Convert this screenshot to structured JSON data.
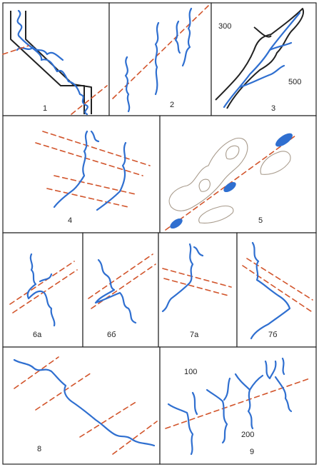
{
  "panels": [
    {
      "id": "1",
      "label": "1"
    },
    {
      "id": "2",
      "label": "2"
    },
    {
      "id": "3",
      "label": "3",
      "contour_labels": [
        "300",
        "500"
      ]
    },
    {
      "id": "4",
      "label": "4"
    },
    {
      "id": "5",
      "label": "5"
    },
    {
      "id": "6a",
      "label": "6а"
    },
    {
      "id": "6b",
      "label": "6б"
    },
    {
      "id": "7a",
      "label": "7а"
    },
    {
      "id": "7b",
      "label": "7б"
    },
    {
      "id": "8",
      "label": "8"
    },
    {
      "id": "9",
      "label": "9",
      "contour_labels": [
        "100",
        "200"
      ]
    }
  ],
  "colors": {
    "river": "#2f6fd0",
    "fault": "#d2552c",
    "contour": "#222222",
    "relief": "#a89b8c"
  }
}
